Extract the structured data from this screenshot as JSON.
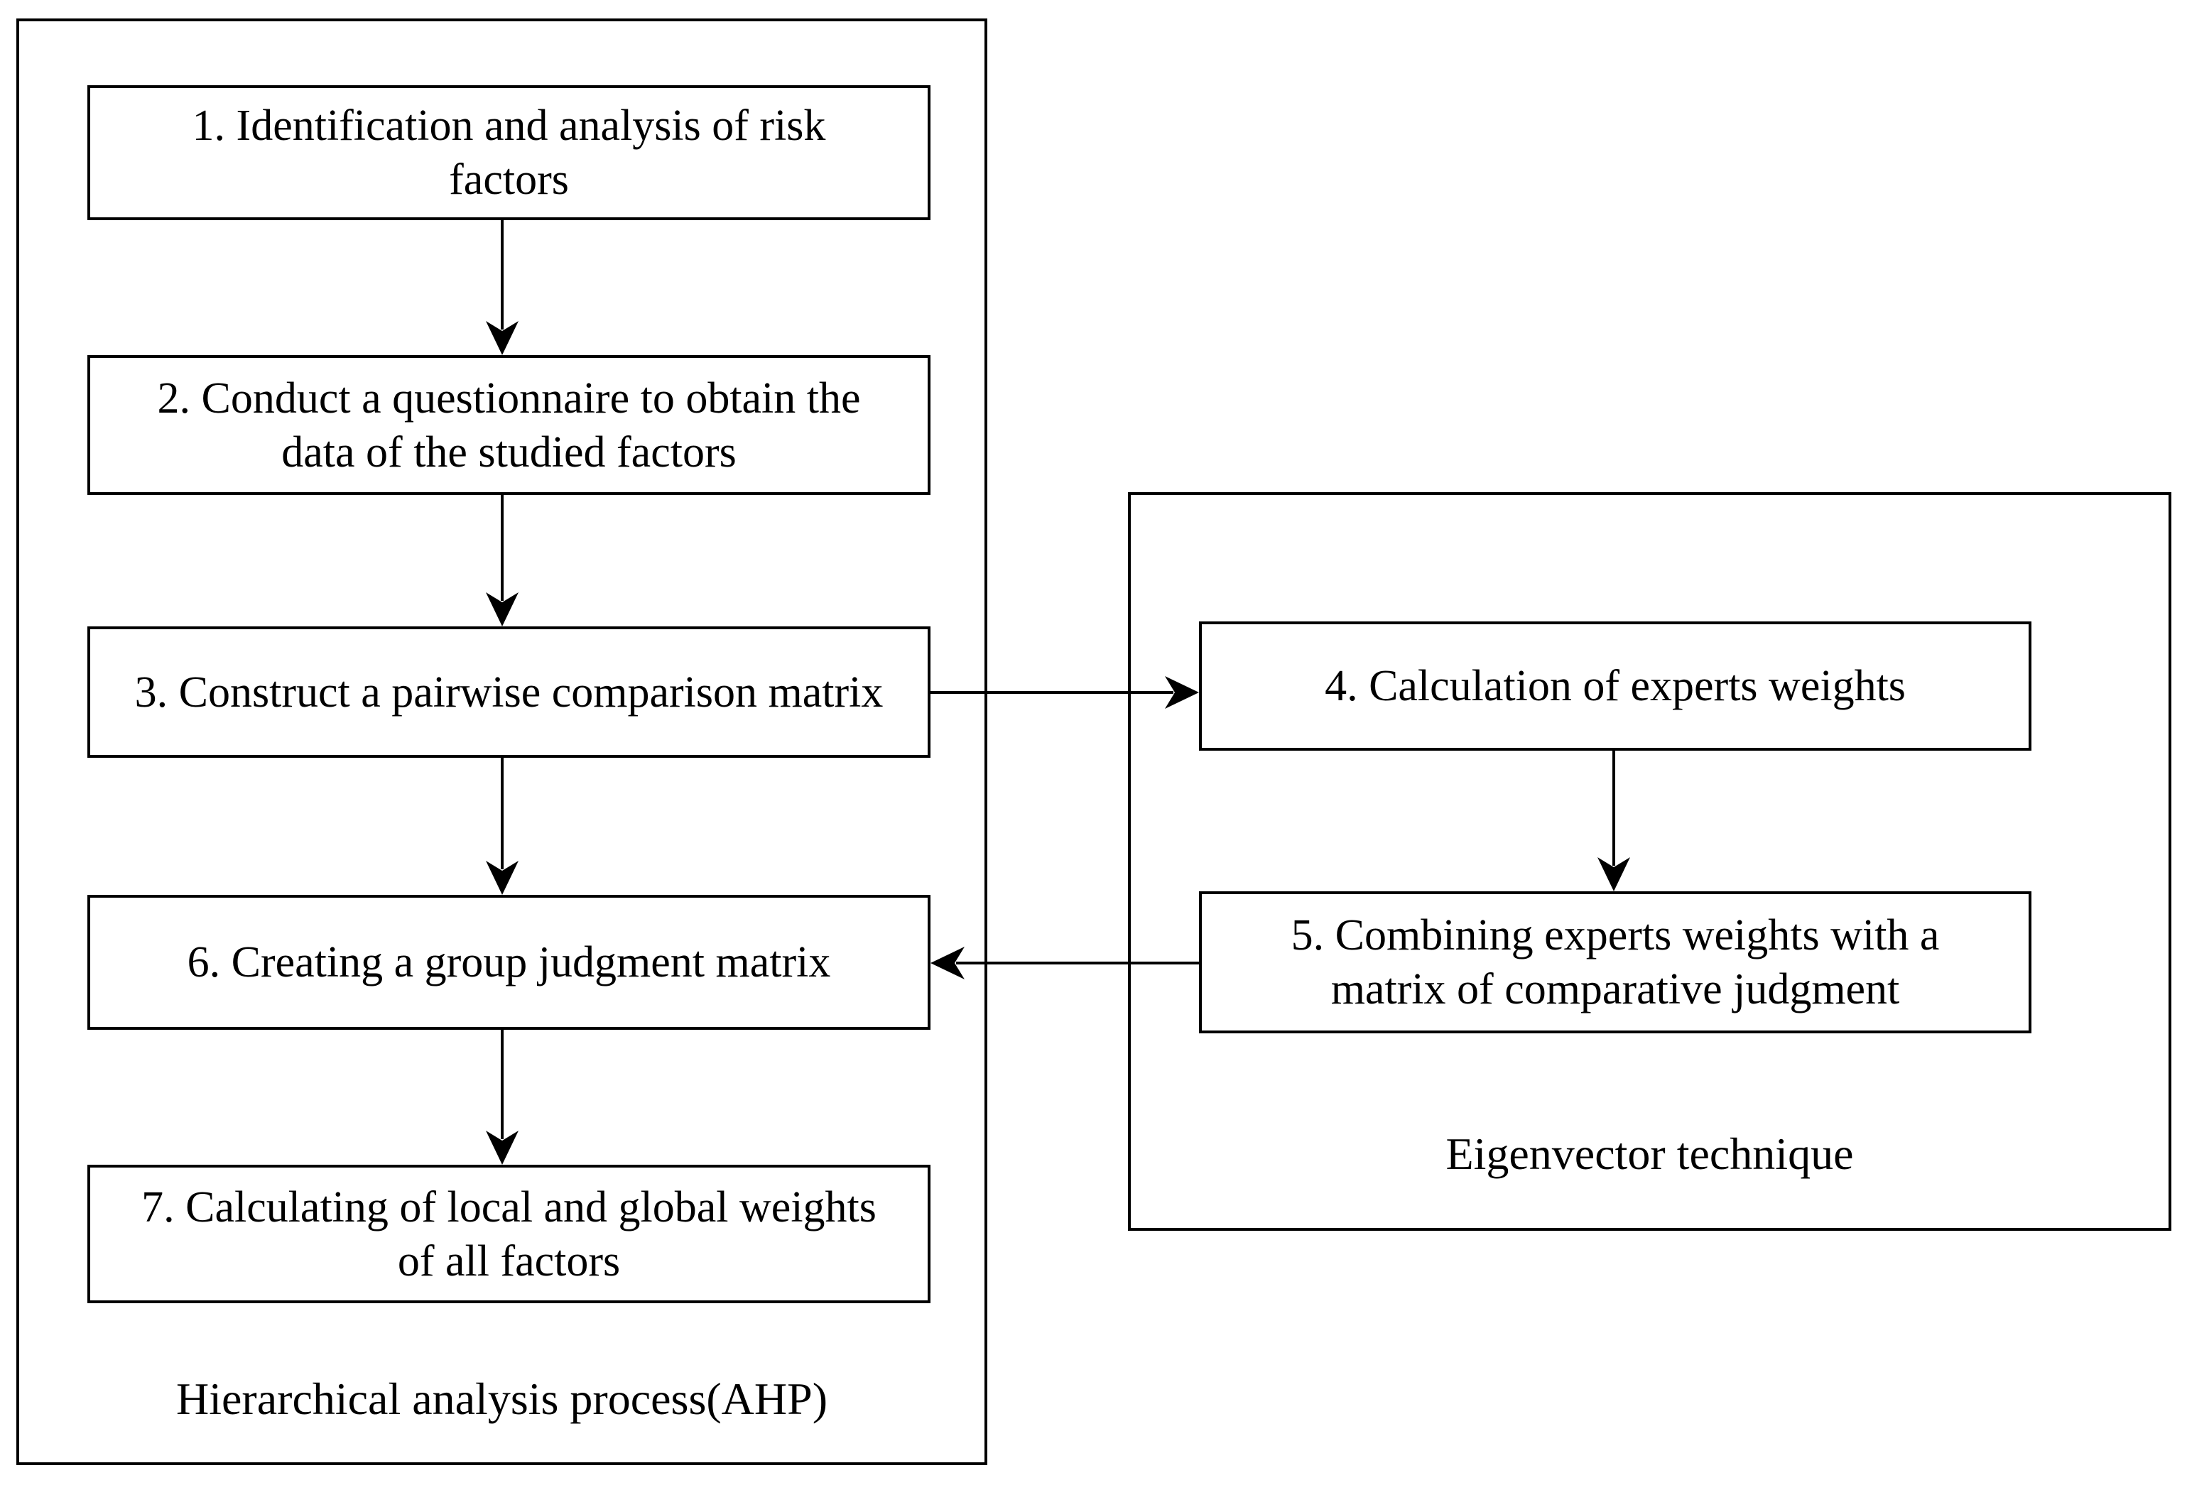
{
  "ahp": {
    "label": "Hierarchical analysis process(AHP)",
    "box1": {
      "lines": [
        "1. Identification and analysis of risk",
        "factors"
      ]
    },
    "box2": {
      "lines": [
        "2. Conduct a questionnaire to obtain the",
        "data of the studied factors"
      ]
    },
    "box3": {
      "lines": [
        "3. Construct a pairwise comparison matrix"
      ]
    },
    "box6": {
      "lines": [
        "6. Creating a group judgment matrix"
      ]
    },
    "box7": {
      "lines": [
        "7. Calculating of local and global weights",
        "of all factors"
      ]
    }
  },
  "eigen": {
    "label": "Eigenvector technique",
    "box4": {
      "lines": [
        "4. Calculation of experts weights"
      ]
    },
    "box5": {
      "lines": [
        "5. Combining experts weights with a",
        "matrix of comparative judgment"
      ]
    }
  },
  "colors": {
    "ink": "#000000",
    "paper": "#ffffff"
  }
}
